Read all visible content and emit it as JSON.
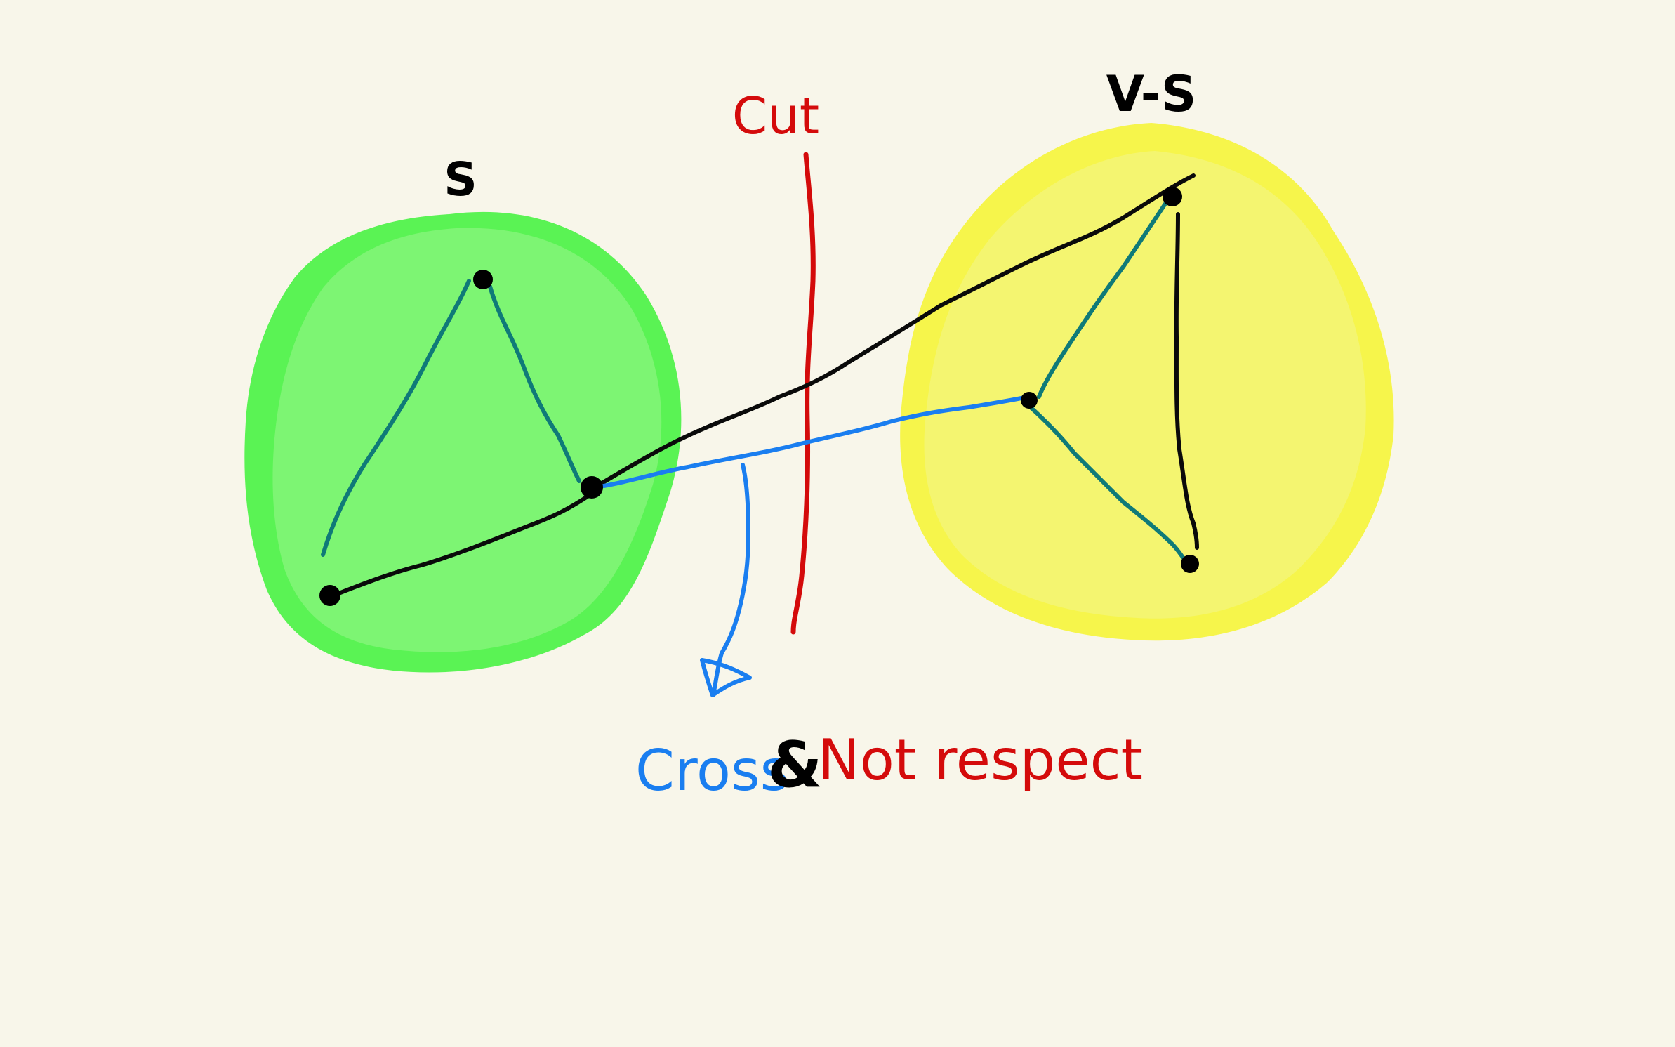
{
  "labels": {
    "set_s": "S",
    "set_vs": "V-S",
    "cut": "Cut",
    "cross": "Cross",
    "ampersand": "&",
    "not_respect": "Not respect"
  },
  "colors": {
    "background": "#f8f6ea",
    "set_s_fill": "#7df573",
    "set_s_edge": "#3ef23a",
    "set_vs_fill": "#f4f570",
    "set_vs_edge": "#f5f53a",
    "cut": "#d40b0b",
    "cross_edge": "#1a7ef0",
    "inner_edge": "#0f7a78",
    "black_edge": "#0a0a0a",
    "vertex": "#000000",
    "cross_text": "#1a7ef0",
    "ampersand_text": "#000000",
    "not_respect_text": "#d40b0b"
  }
}
